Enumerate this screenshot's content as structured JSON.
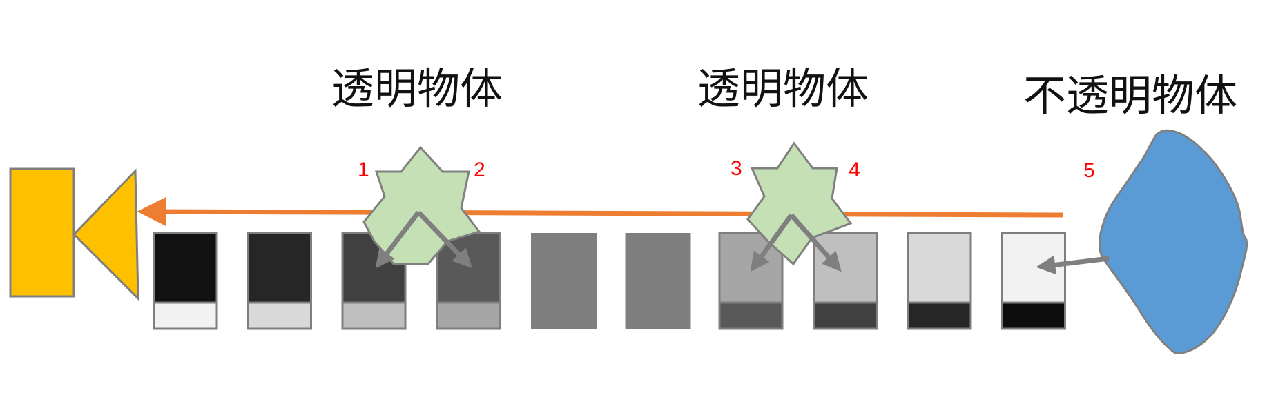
{
  "labels": {
    "transparent_1": "透明物体",
    "transparent_2": "透明物体",
    "opaque": "不透明物体"
  },
  "markers": [
    "1",
    "2",
    "3",
    "4",
    "5"
  ],
  "colors": {
    "camera": "#ffc000",
    "ray": "#ed7d31",
    "star_fill": "#c5e0b4",
    "opaque_fill": "#5b9bd5",
    "outline": "#808080",
    "marker_text": "#ff0000"
  },
  "cells": [
    {
      "top": "#111111",
      "bottom": "#f2f2f2"
    },
    {
      "top": "#262626",
      "bottom": "#d9d9d9"
    },
    {
      "top": "#404040",
      "bottom": "#bfbfbf"
    },
    {
      "top": "#595959",
      "bottom": "#a6a6a6"
    },
    {
      "top": "#7f7f7f",
      "bottom": null
    },
    {
      "top": "#7f7f7f",
      "bottom": null
    },
    {
      "top": "#a6a6a6",
      "bottom": "#595959"
    },
    {
      "top": "#bfbfbf",
      "bottom": "#404040"
    },
    {
      "top": "#d9d9d9",
      "bottom": "#262626"
    },
    {
      "top": "#f2f2f2",
      "bottom": "#0d0d0d"
    }
  ]
}
